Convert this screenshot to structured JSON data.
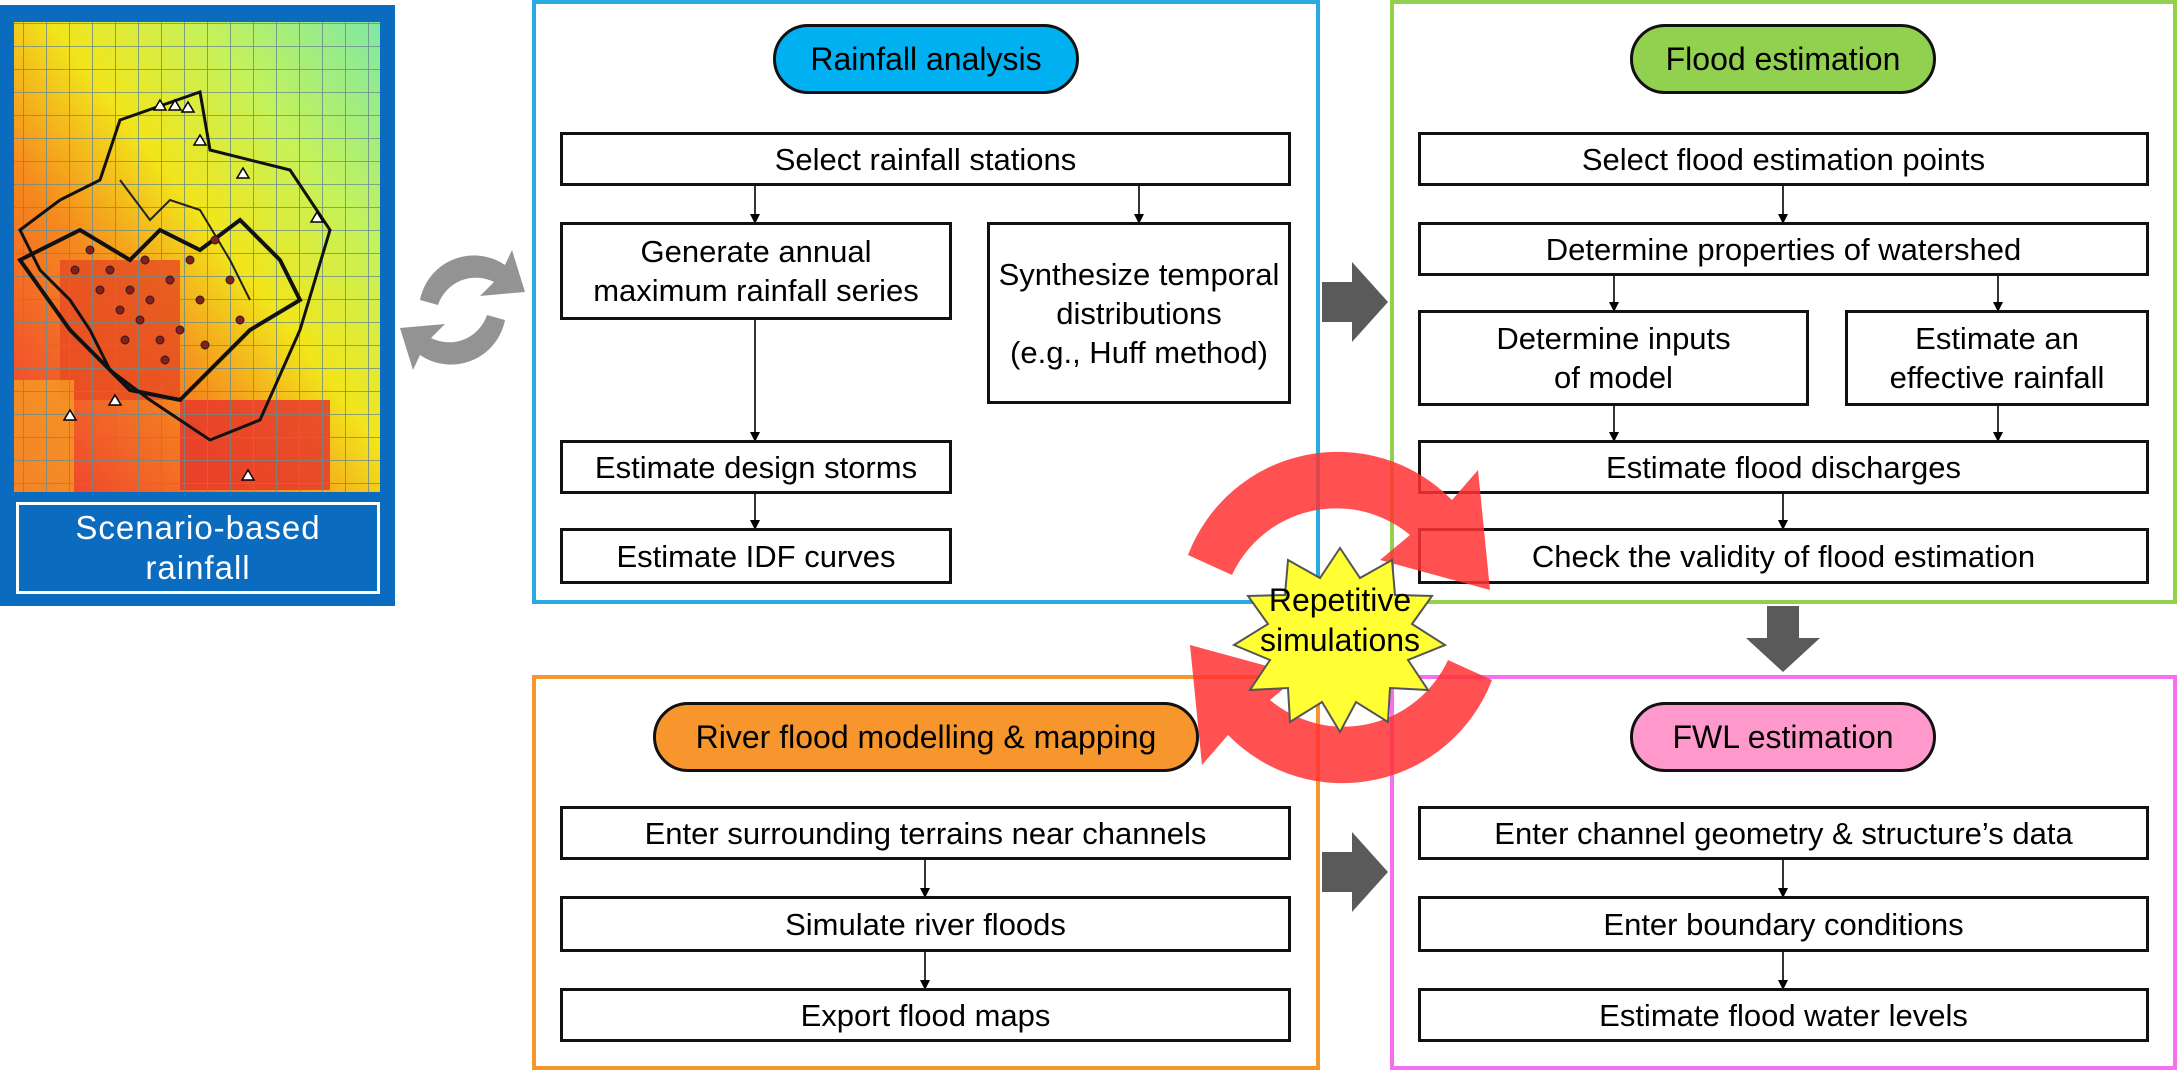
{
  "scenario": {
    "label": "Scenario-based\nrainfall"
  },
  "rainfall_analysis": {
    "title": "Rainfall analysis",
    "steps": {
      "select_stations": "Select rainfall stations",
      "generate_series": "Generate annual\nmaximum rainfall series",
      "synthesize": "Synthesize temporal\ndistributions\n(e.g., Huff method)",
      "design_storms": "Estimate design storms",
      "idf_curves": "Estimate IDF curves"
    }
  },
  "flood_estimation": {
    "title": "Flood estimation",
    "steps": {
      "select_points": "Select flood estimation points",
      "watershed": "Determine properties of watershed",
      "inputs": "Determine inputs\nof model",
      "effective_rainfall": "Estimate an\neffective rainfall",
      "discharges": "Estimate flood discharges",
      "validity": "Check the validity of flood estimation"
    }
  },
  "river_flood": {
    "title": "River flood modelling & mapping",
    "steps": {
      "terrains": "Enter surrounding terrains near channels",
      "simulate": "Simulate river floods",
      "export": "Export flood maps"
    }
  },
  "fwl_estimation": {
    "title": "FWL estimation",
    "steps": {
      "geometry": "Enter channel geometry & structure’s data",
      "boundary": "Enter boundary conditions",
      "water_levels": "Estimate flood water levels"
    }
  },
  "repetitive": {
    "label": "Repetitive\nsimulations"
  },
  "colors": {
    "rainfall_panel": "#29aae1",
    "rainfall_pill": "#00b0f0",
    "flood_panel": "#92d050",
    "flood_pill": "#92d050",
    "river_panel": "#f7962d",
    "river_pill": "#f7962d",
    "fwl_panel": "#f470f0",
    "fwl_pill": "#ff99cc",
    "scenario_bg": "#0a6bbf",
    "cycle_red": "#ff3333",
    "burst_yellow": "#ffff33",
    "arrow_gray": "#5a5a5a"
  }
}
